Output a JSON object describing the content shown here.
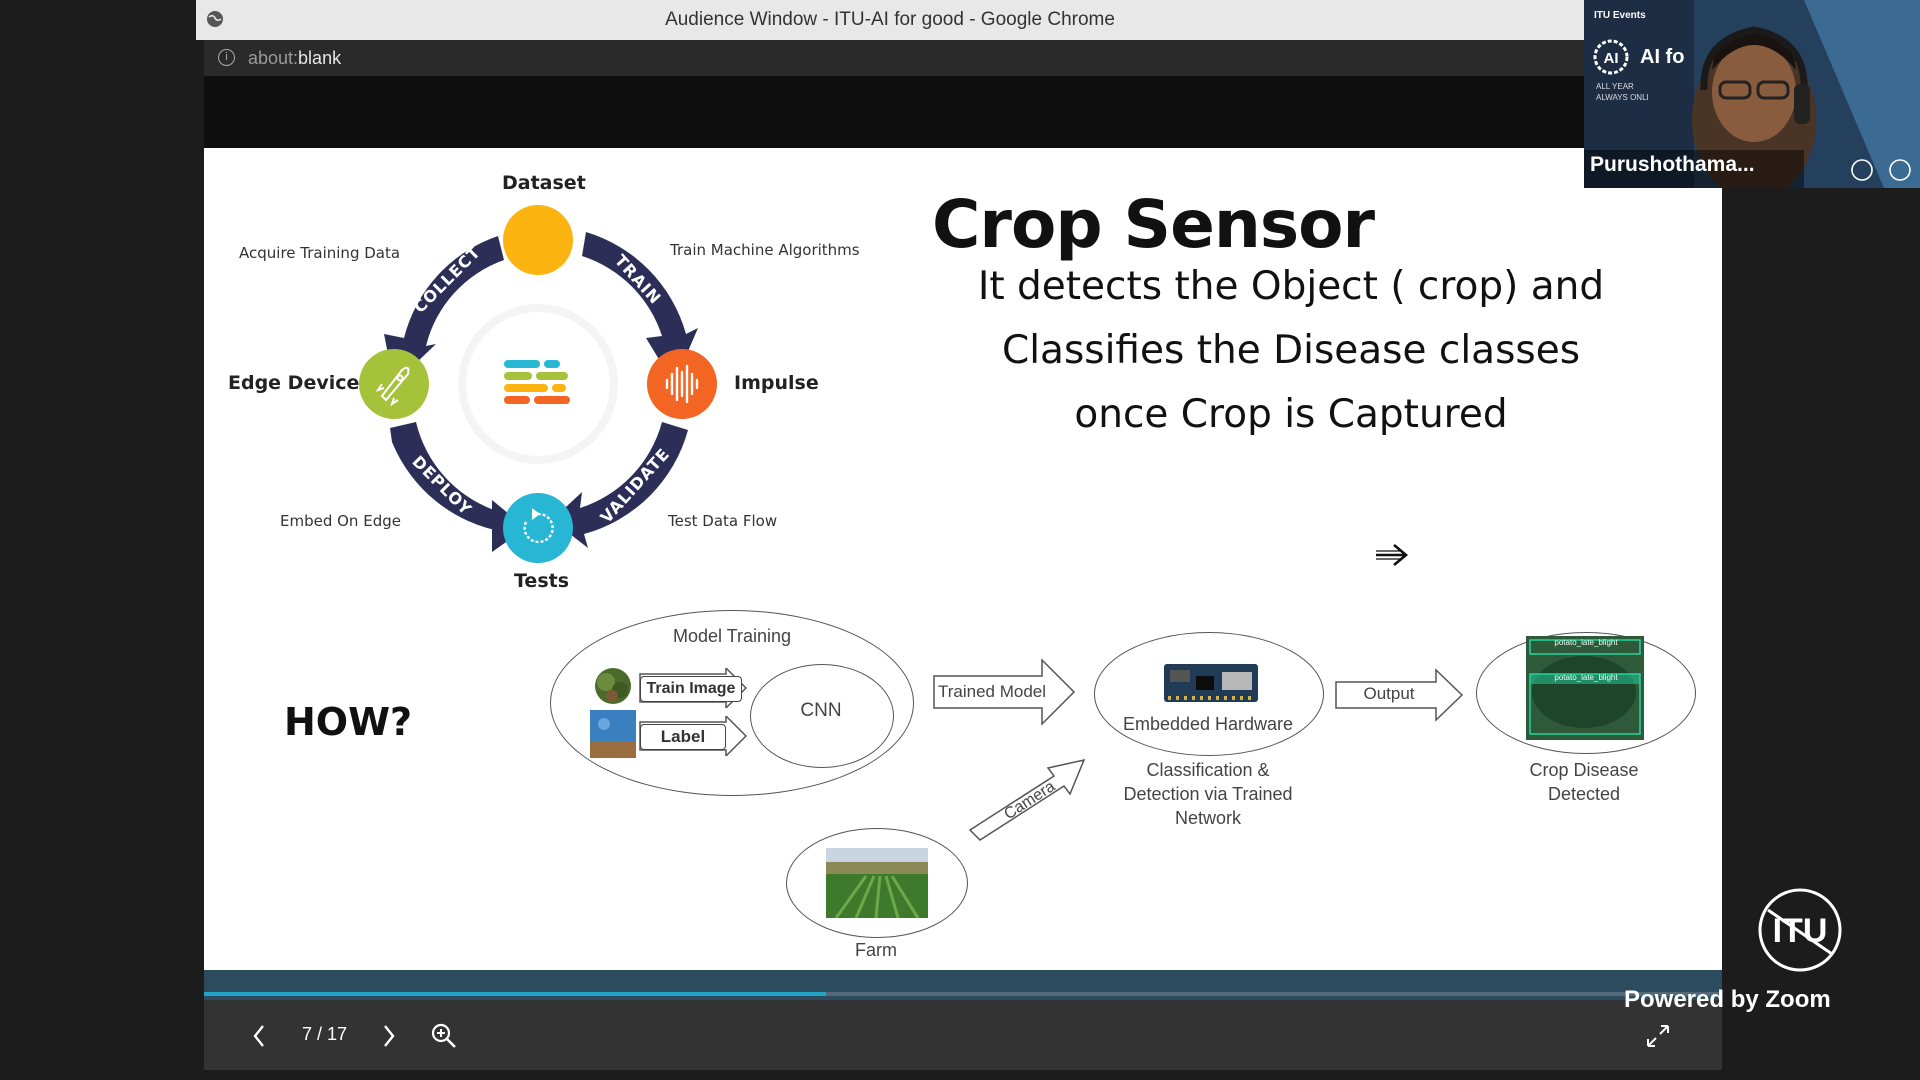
{
  "browser": {
    "window_title": "Audience Window - ITU-AI for good - Google Chrome",
    "url_prefix": "about:",
    "url_main": "blank"
  },
  "slide": {
    "cycle": {
      "nodes": {
        "top": "Dataset",
        "right": "Impulse",
        "bottom": "Tests",
        "left": "Edge Device"
      },
      "arrows": {
        "collect": "COLLECT",
        "train": "TRAIN",
        "validate": "VALIDATE",
        "deploy": "DEPLOY"
      },
      "notes": {
        "top_left": "Acquire Training Data",
        "top_right": "Train Machine Algorithms",
        "bottom_right": "Test Data Flow",
        "bottom_left": "Embed On Edge"
      }
    },
    "title": "Crop Sensor",
    "description_lines": [
      "It detects the Object ( crop) and",
      "Classifies the Disease classes",
      "once Crop is Captured"
    ],
    "how": "HOW?",
    "diagram": {
      "model_training": "Model Training",
      "train_image": "Train Image",
      "label": "Label",
      "cnn": "CNN",
      "trained_model": "Trained Model",
      "embedded_hardware": "Embedded Hardware",
      "classification_lines": [
        "Classification &",
        "Detection via Trained",
        "Network"
      ],
      "output": "Output",
      "crop_disease_lines": [
        "Crop Disease",
        "Detected"
      ],
      "camera": "Camera",
      "farm": "Farm",
      "detection_box_label": "potato_late_blight"
    }
  },
  "presentation": {
    "page_indicator": "7 / 17",
    "progress_fraction": 0.41
  },
  "video": {
    "participant_name": "Purushothama...",
    "badge_top": "ITU Events",
    "badge_main": "AI fo",
    "badge_sub_1": "ALL YEAR",
    "badge_sub_2": "ALWAYS ONLI"
  },
  "branding": {
    "itu_logo_text": "ITU",
    "powered_by": "Powered by Zoom"
  },
  "colors": {
    "dataset": "#fbb410",
    "impulse": "#f26522",
    "tests": "#27b6d3",
    "edge": "#a5c23a",
    "arrow_navy": "#2d2e57",
    "progress": "#21a6c9"
  }
}
